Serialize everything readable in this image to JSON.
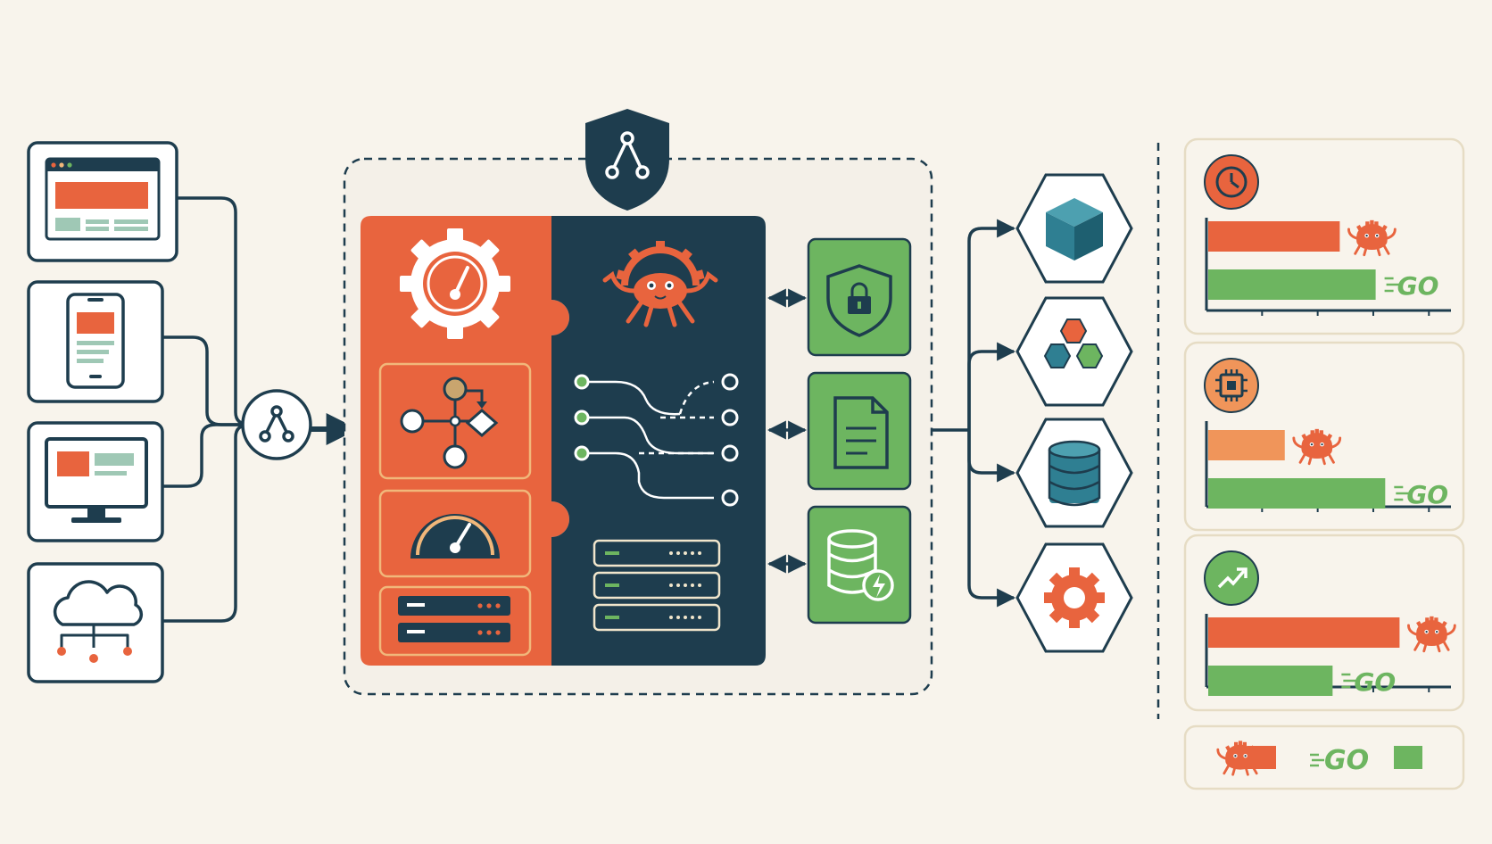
{
  "palette": {
    "background": "#f8f4ec",
    "navy": "#1e3d4e",
    "orange": "#e8643e",
    "light_orange": "#f0955a",
    "green": "#6db560",
    "teal": "#2f7f92",
    "gold": "#f1b77a"
  },
  "clients": [
    {
      "name": "web-browser",
      "icon": "browser-window-icon"
    },
    {
      "name": "mobile-phone",
      "icon": "smartphone-icon"
    },
    {
      "name": "desktop-monitor",
      "icon": "monitor-icon"
    },
    {
      "name": "cloud",
      "icon": "cloud-network-icon"
    }
  ],
  "core": {
    "badge_icon": "shield-node-icon",
    "left_icons": [
      "gear-gauge-icon",
      "workflow-icon",
      "speedometer-icon",
      "server-icon"
    ],
    "right_icons": [
      "crab-icon",
      "routing-lines-icon",
      "server-stack-icon"
    ],
    "services": [
      "shield-lock-icon",
      "document-icon",
      "database-bolt-icon"
    ]
  },
  "outputs": [
    "cube-icon",
    "hexagon-cluster-icon",
    "database-icon",
    "gear-icon"
  ],
  "benchmarks": {
    "chart_data": [
      {
        "type": "bar",
        "metric_icon": "stopwatch-icon",
        "series": [
          {
            "icon": "crab-icon",
            "value": 0.55
          },
          {
            "icon": "go-logo",
            "value": 0.7
          }
        ]
      },
      {
        "type": "bar",
        "metric_icon": "cpu-chip-icon",
        "series": [
          {
            "icon": "crab-icon",
            "value": 0.32
          },
          {
            "icon": "go-logo",
            "value": 0.74
          }
        ]
      },
      {
        "type": "bar",
        "metric_icon": "trend-up-icon",
        "series": [
          {
            "icon": "crab-icon",
            "value": 0.8
          },
          {
            "icon": "go-logo",
            "value": 0.52
          }
        ]
      }
    ],
    "legend": {
      "go_logo_text": "GO"
    }
  }
}
